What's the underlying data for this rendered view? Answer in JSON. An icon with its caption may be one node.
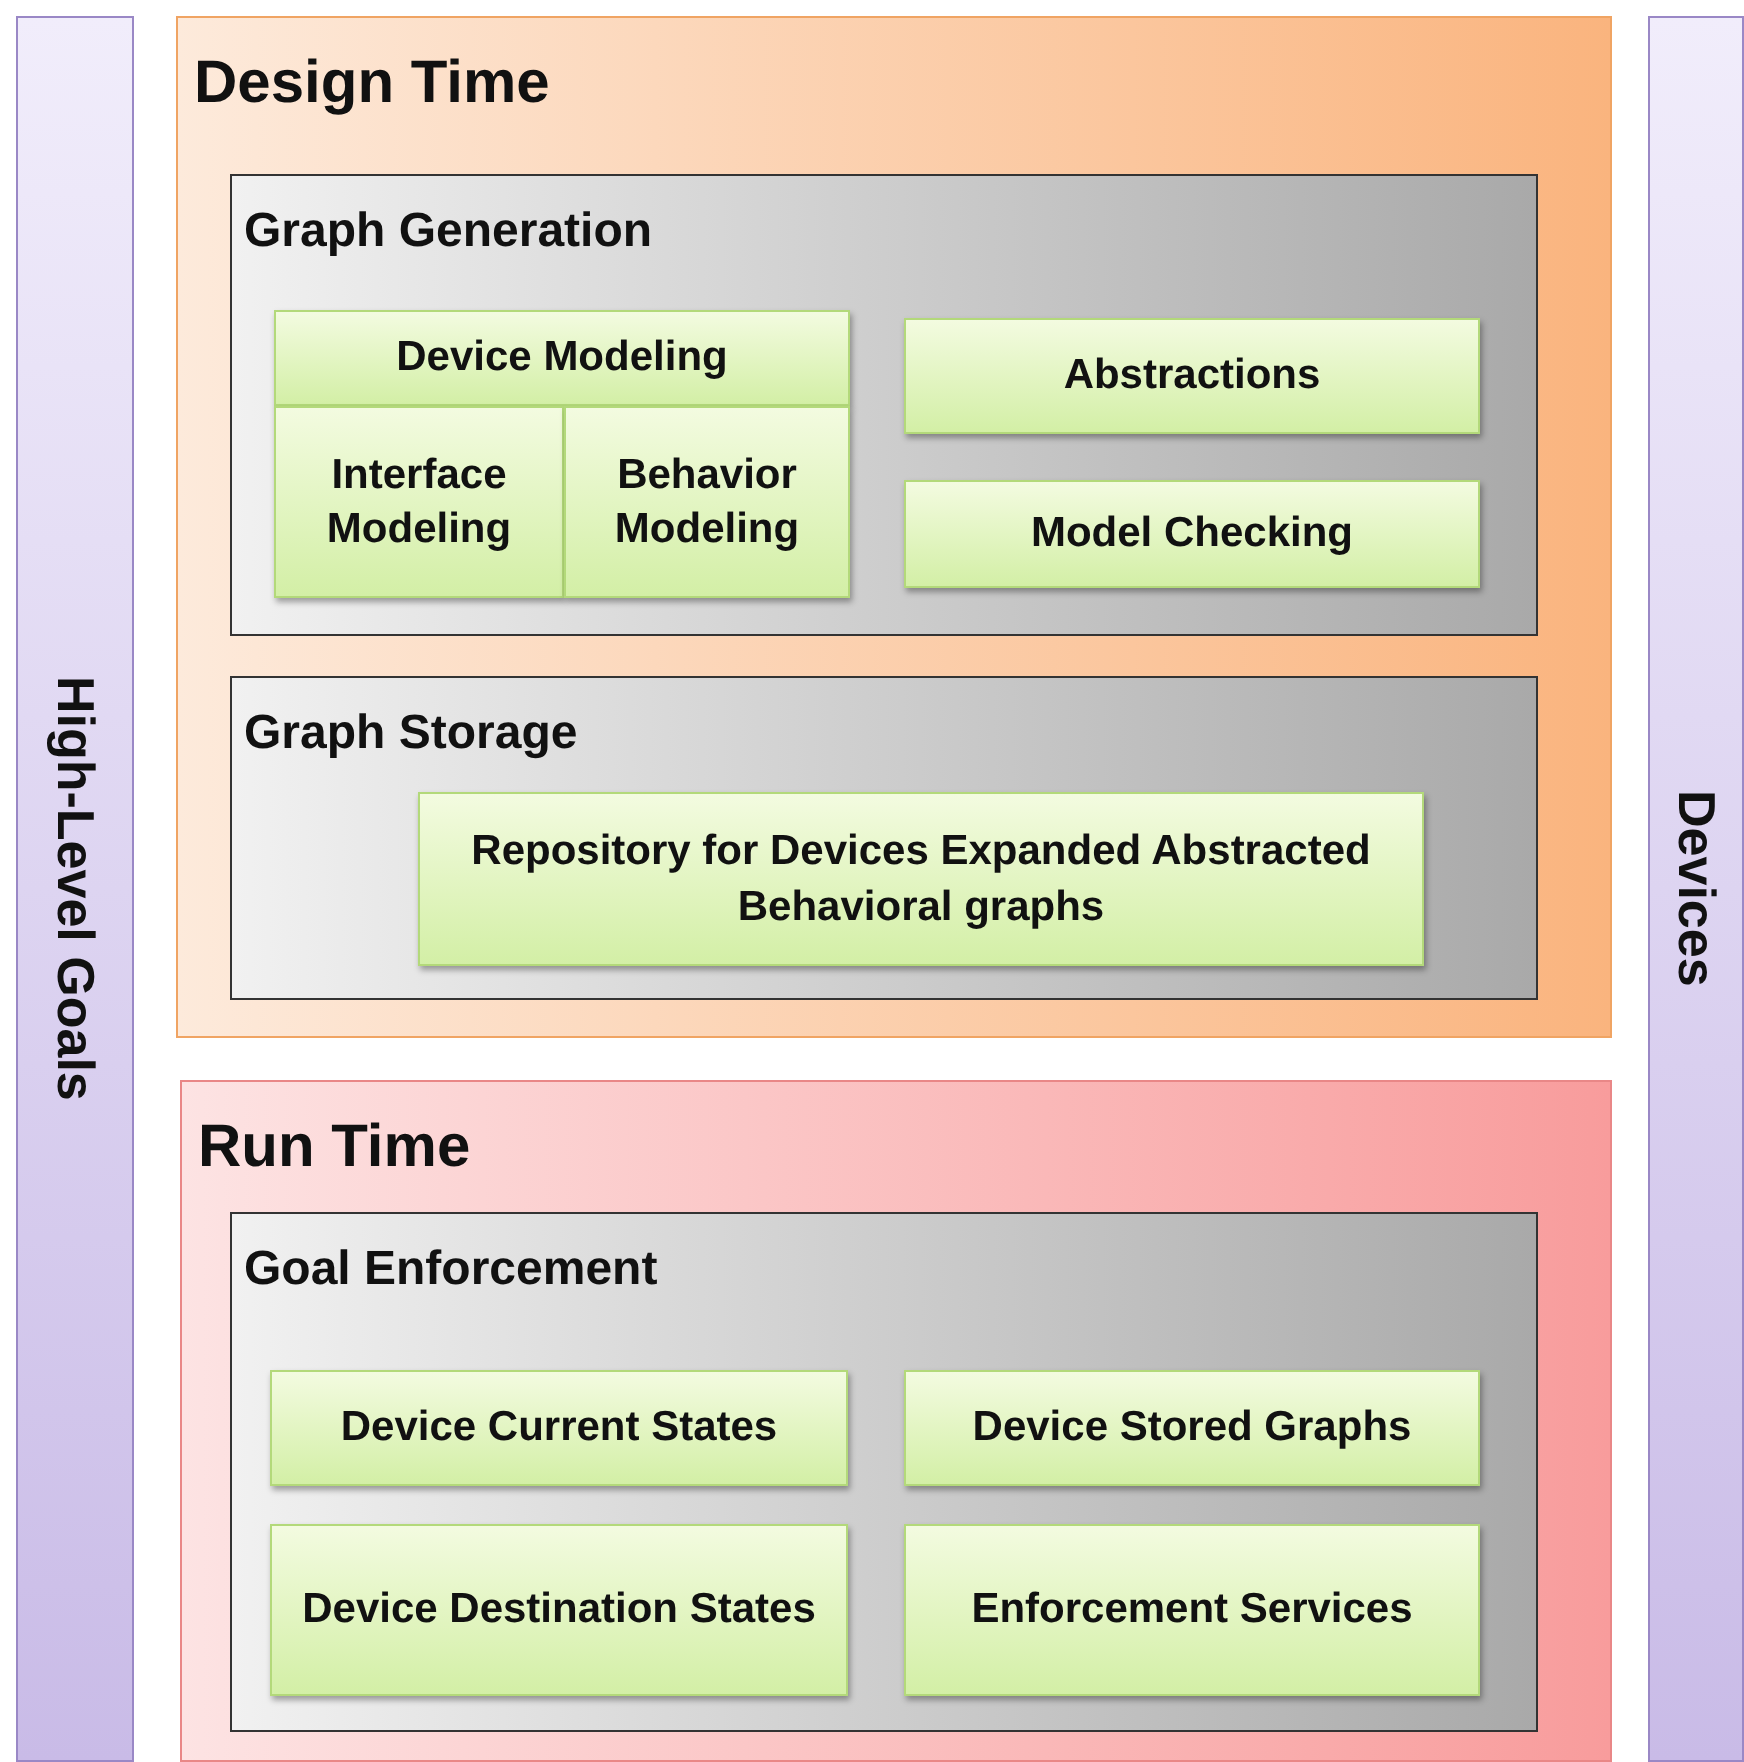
{
  "diagram": {
    "nodes": [
      {
        "text": [
          "High-Level Goals"
        ]
      },
      {
        "text": [
          "Design Time"
        ]
      },
      {
        "text": [
          "Graph Generation"
        ],
        "in": 1
      },
      {
        "text": [
          "Device Modeling"
        ],
        "in": 2
      },
      {
        "text": [
          "Interface Modeling"
        ],
        "in": 2
      },
      {
        "text": [
          "Behavior Modeling"
        ],
        "in": 2
      },
      {
        "text": [
          "Abstractions"
        ],
        "in": 2
      },
      {
        "text": [
          "Model Checking"
        ],
        "in": 2
      },
      {
        "text": [
          "Graph Storage"
        ],
        "in": 1
      },
      {
        "text": [
          "Repository for Devices Expanded Abstracted Behavioral graphs"
        ],
        "in": 8
      },
      {
        "text": [
          "Run Time"
        ]
      },
      {
        "text": [
          "Goal Enforcement"
        ],
        "in": 10
      },
      {
        "text": [
          "Device Current States"
        ],
        "in": 11
      },
      {
        "text": [
          "Device Stored Graphs"
        ],
        "in": 11
      },
      {
        "text": [
          "Device Destination States"
        ],
        "in": 11
      },
      {
        "text": [
          "Enforcement Services"
        ],
        "in": 11
      },
      {
        "text": [
          "Devices"
        ]
      }
    ]
  }
}
